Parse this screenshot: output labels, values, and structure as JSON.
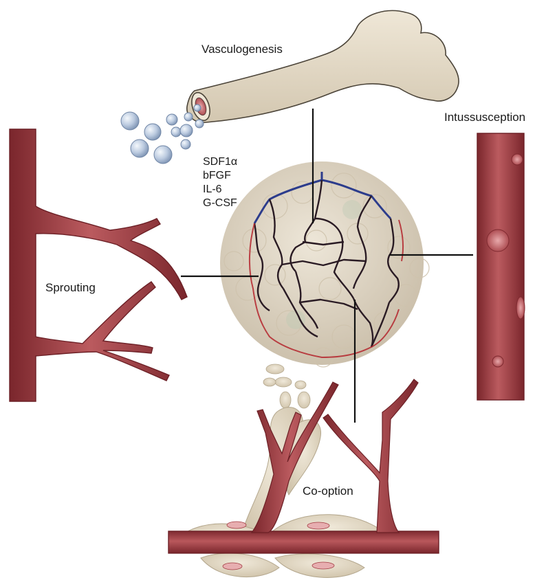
{
  "labels": {
    "vasculogenesis": "Vasculogenesis",
    "intussusception": "Intussusception",
    "sprouting": "Sprouting",
    "co_option": "Co-option"
  },
  "factors": [
    "SDF1α",
    "bFGF",
    "IL-6",
    "G-CSF"
  ],
  "colors": {
    "vessel": "#a8454a",
    "vessel_dark": "#7e2a30",
    "bone": "#e3d9c6",
    "cell": "#e8e0cf",
    "bubble": "#b6c8dc",
    "tumour": "#ddd3c3",
    "artery_blue": "#2c3c8c",
    "artery_red": "#b4252d"
  }
}
